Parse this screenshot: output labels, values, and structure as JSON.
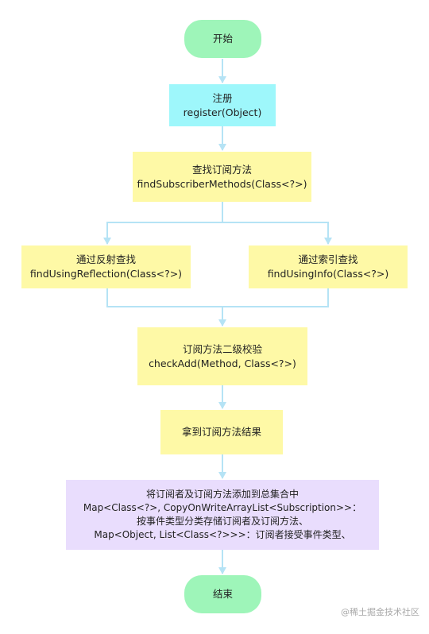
{
  "colors": {
    "terminal": "#9ef5b9",
    "process_cyan": "#9ef7fb",
    "process_yellow": "#fef9a6",
    "process_purple": "#e9ddfd",
    "edge": "#b5e3f5"
  },
  "nodes": {
    "start": {
      "label": "开始"
    },
    "register": {
      "title": "注册",
      "code": "register(Object)"
    },
    "find_methods": {
      "title": "查找订阅方法",
      "code": "findSubscriberMethods(Class<?>)"
    },
    "find_reflection": {
      "title": "通过反射查找",
      "code": "findUsingReflection(Class<?>)"
    },
    "find_index": {
      "title": "通过索引查找",
      "code": "findUsingInfo(Class<?>)"
    },
    "check_add": {
      "title": "订阅方法二级校验",
      "code": "checkAdd(Method, Class<?>)"
    },
    "get_result": {
      "label": "拿到订阅方法结果"
    },
    "add_collection": {
      "lines": [
        "将订阅者及订阅方法添加到总集合中",
        "Map<Class<?>, CopyOnWriteArrayList<Subscription>>：",
        "按事件类型分类存储订阅者及订阅方法、",
        "Map<Object, List<Class<?>>>：订阅者接受事件类型、"
      ]
    },
    "end": {
      "label": "结束"
    }
  },
  "watermark": "@稀土掘金技术社区"
}
